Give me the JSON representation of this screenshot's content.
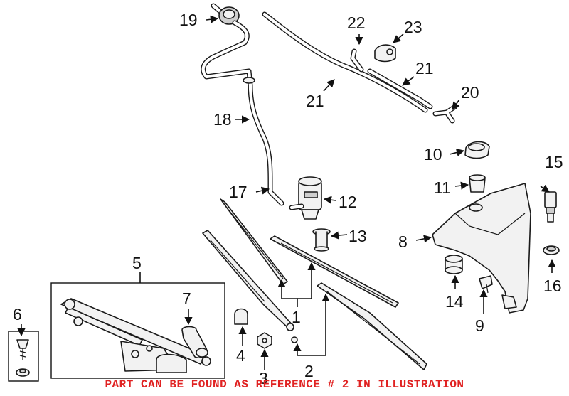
{
  "diagram": {
    "callouts": {
      "c1": "1",
      "c2": "2",
      "c3": "3",
      "c4": "4",
      "c5": "5",
      "c6": "6",
      "c7": "7",
      "c8": "8",
      "c9": "9",
      "c10": "10",
      "c11": "11",
      "c12": "12",
      "c13": "13",
      "c14": "14",
      "c15": "15",
      "c16": "16",
      "c17": "17",
      "c18": "18",
      "c19": "19",
      "c20": "20",
      "c21a": "21",
      "c21b": "21",
      "c22": "22",
      "c23": "23"
    },
    "note": "PART CAN BE FOUND AS REFERENCE # 2 IN ILLUSTRATION",
    "colors": {
      "ink": "#1a1a1a",
      "note": "#e02222",
      "background": "#ffffff"
    }
  }
}
